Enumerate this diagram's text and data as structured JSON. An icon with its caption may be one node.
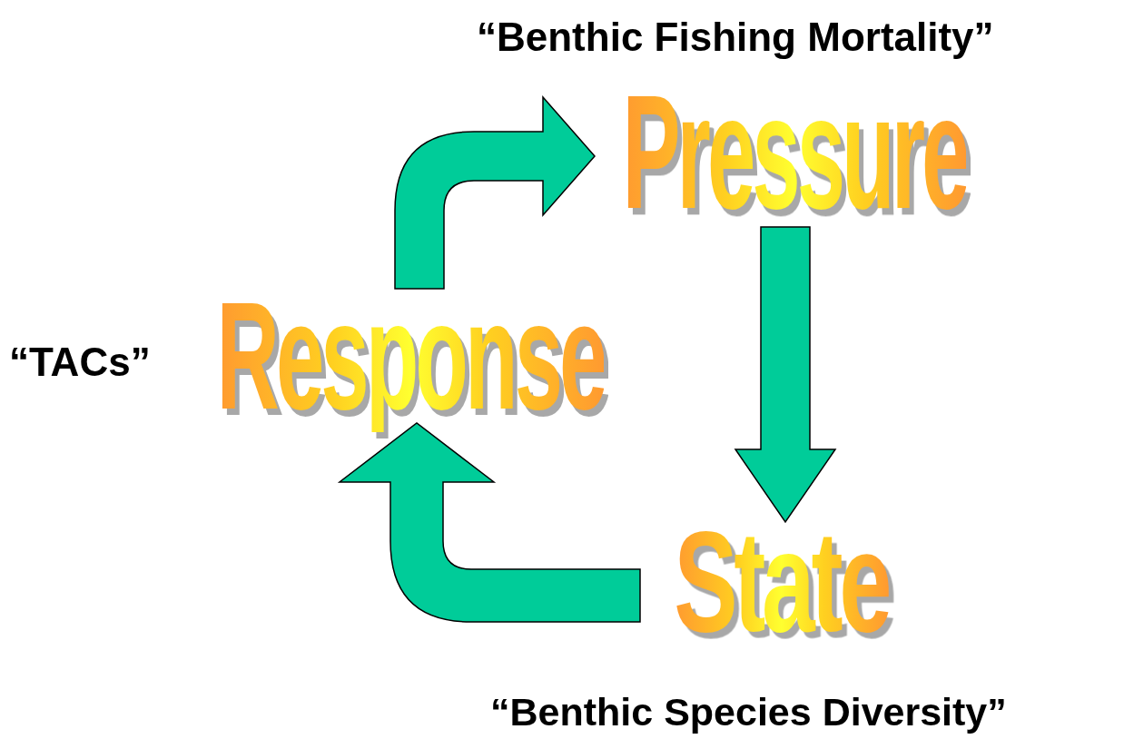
{
  "diagram": {
    "nodes": [
      {
        "text": [
          "Pressure"
        ],
        "beside": [
          "“Benthic Fishing Mortality”"
        ]
      },
      {
        "text": [
          "State"
        ],
        "beside": [
          "“Benthic Species Diversity”"
        ]
      },
      {
        "text": [
          "Response"
        ],
        "beside": [
          "“TACs”"
        ]
      }
    ],
    "edges": [
      {
        "from": 2,
        "to": 0,
        "arrow": "to"
      },
      {
        "from": 0,
        "to": 1,
        "arrow": "to"
      },
      {
        "from": 1,
        "to": 2,
        "arrow": "to"
      }
    ]
  }
}
